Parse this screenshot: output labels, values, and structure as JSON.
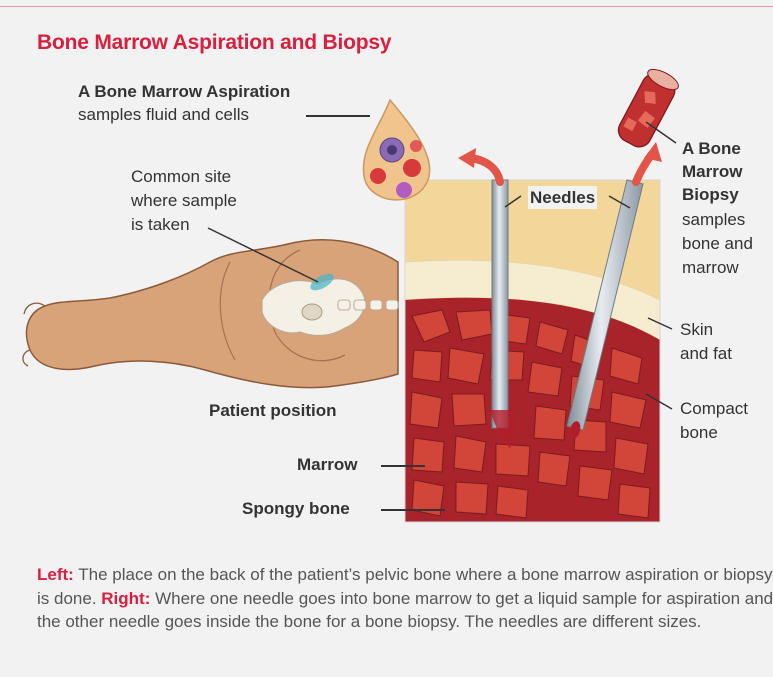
{
  "title": "Bone Marrow Aspiration and Biopsy",
  "labels": {
    "aspiration_line1": "A Bone Marrow Aspiration",
    "aspiration_line2": "samples fluid and cells",
    "common_site_1": "Common site",
    "common_site_2": "where sample",
    "common_site_3": "is taken",
    "needles": "Needles",
    "biopsy_1": "A Bone",
    "biopsy_2": "Marrow",
    "biopsy_3": "Biopsy",
    "biopsy_4": "samples",
    "biopsy_5": "bone and",
    "biopsy_6": "marrow",
    "skin_1": "Skin",
    "skin_2": "and fat",
    "compact_1": "Compact",
    "compact_2": "bone",
    "patient_position": "Patient position",
    "marrow": "Marrow",
    "spongy_bone": "Spongy bone"
  },
  "caption": {
    "left_label": "Left:",
    "left_text": " The place on the back of the patient’s pelvic bone where a bone marrow aspiration or biopsy is done. ",
    "right_label": "Right:",
    "right_text": " Where one needle goes into bone marrow to get a liquid sample for aspiration and the other needle goes inside the bone for a bone biopsy. The needles are different sizes."
  },
  "colors": {
    "accent": "#d81f3e",
    "skin_tone": "#d9a37a",
    "fat_yellow": "#f3d79a",
    "compact_bone": "#f6ecd0",
    "marrow_red": "#b8272b",
    "needle": "#a9b4bf"
  }
}
